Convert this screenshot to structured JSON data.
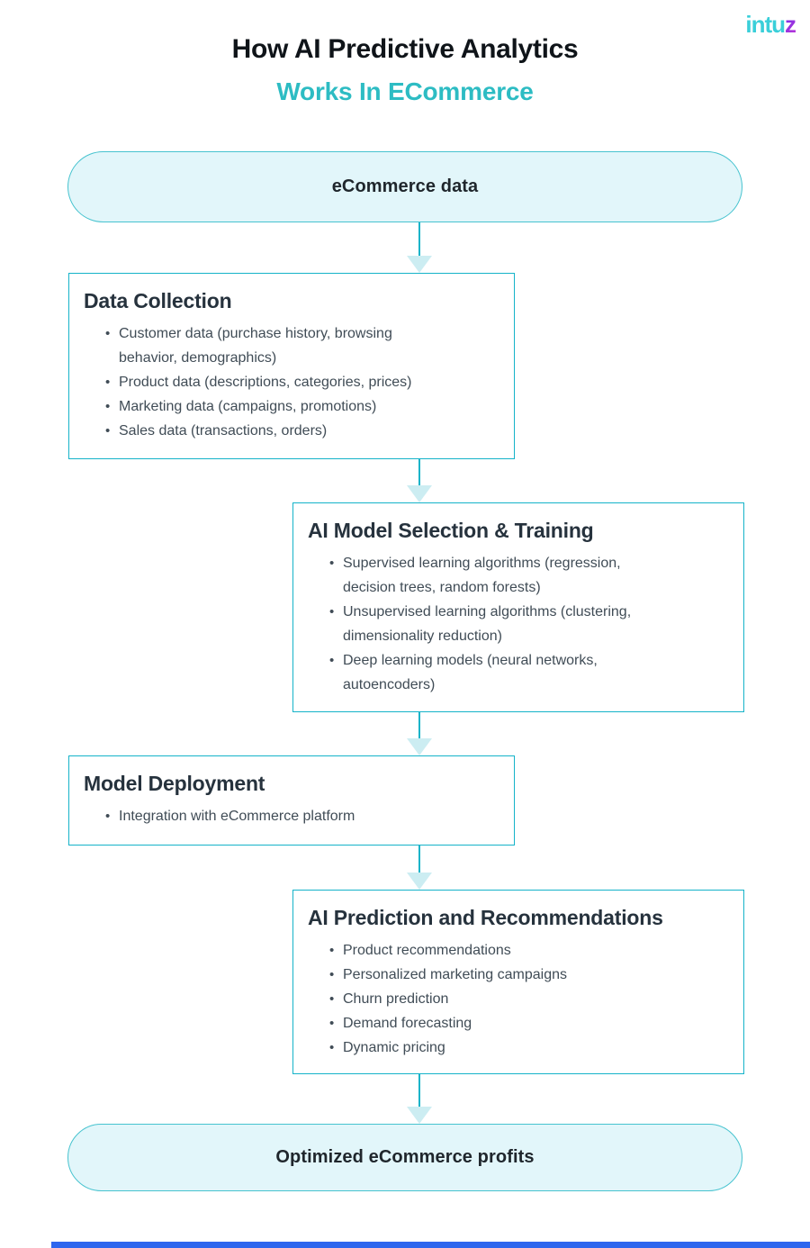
{
  "page": {
    "title_line1": "How AI Predictive Analytics",
    "title_line2": "Works In ECommerce"
  },
  "logo": {
    "text_primary": "intu",
    "text_accent": "z"
  },
  "flow": {
    "start_pill": "eCommerce data",
    "end_pill": "Optimized eCommerce profits",
    "steps": [
      {
        "title": "Data Collection",
        "items": [
          "Customer data (purchase history, browsing behavior, demographics)",
          "Product data (descriptions, categories, prices)",
          "Marketing data (campaigns, promotions)",
          "Sales data (transactions, orders)"
        ]
      },
      {
        "title": "AI Model Selection & Training",
        "items": [
          "Supervised learning algorithms (regression, decision trees, random forests)",
          "Unsupervised learning algorithms (clustering, dimensionality reduction)",
          "Deep learning models (neural networks, autoencoders)"
        ]
      },
      {
        "title": "Model Deployment",
        "items": [
          "Integration with eCommerce platform"
        ]
      },
      {
        "title": "AI Prediction and Recommendations",
        "items": [
          "Product recommendations",
          "Personalized marketing campaigns",
          "Churn prediction",
          "Demand forecasting",
          "Dynamic pricing"
        ]
      }
    ]
  },
  "colors": {
    "accent_teal": "#15b3c9",
    "pill_border": "#47c3cf",
    "pill_fill": "#e2f6fa",
    "arrowhead": "#ccedf2",
    "heading_dark": "#26323d",
    "body_text": "#404c56",
    "title_black": "#0f1419",
    "subtitle_teal": "#2dbcc3",
    "logo_cyan": "#3acfd9",
    "logo_purple": "#8a30e2",
    "footer_blue": "#2e66ee"
  }
}
